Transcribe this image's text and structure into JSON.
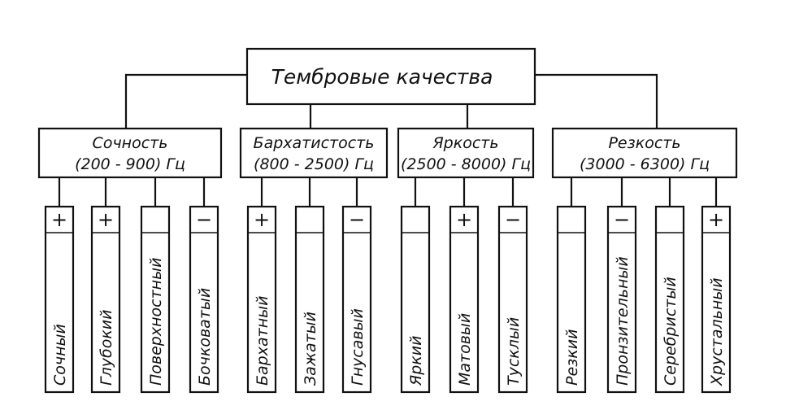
{
  "root": {
    "label": "Тембровые качества"
  },
  "categories": [
    {
      "name": "Сочность",
      "range": "(200 - 900) Гц",
      "items": [
        {
          "label": "Сочный",
          "sign": "+"
        },
        {
          "label": "Глубокий",
          "sign": "+"
        },
        {
          "label": "Поверхностный",
          "sign": ""
        },
        {
          "label": "Бочковатый",
          "sign": "−"
        }
      ]
    },
    {
      "name": "Бархатистость",
      "range": "(800 - 2500) Гц",
      "items": [
        {
          "label": "Бархатный",
          "sign": "+"
        },
        {
          "label": "Зажатый",
          "sign": ""
        },
        {
          "label": "Гнусавый",
          "sign": "−"
        }
      ]
    },
    {
      "name": "Яркость",
      "range": "(2500 - 8000) Гц",
      "items": [
        {
          "label": "Яркий",
          "sign": ""
        },
        {
          "label": "Матовый",
          "sign": "+"
        },
        {
          "label": "Тусклый",
          "sign": "−"
        }
      ]
    },
    {
      "name": "Резкость",
      "range": "(3000 - 6300) Гц",
      "items": [
        {
          "label": "Резкий",
          "sign": ""
        },
        {
          "label": "Пронзительный",
          "sign": "−"
        },
        {
          "label": "Серебристый",
          "sign": ""
        },
        {
          "label": "Хрустальный",
          "sign": "+"
        }
      ]
    }
  ]
}
